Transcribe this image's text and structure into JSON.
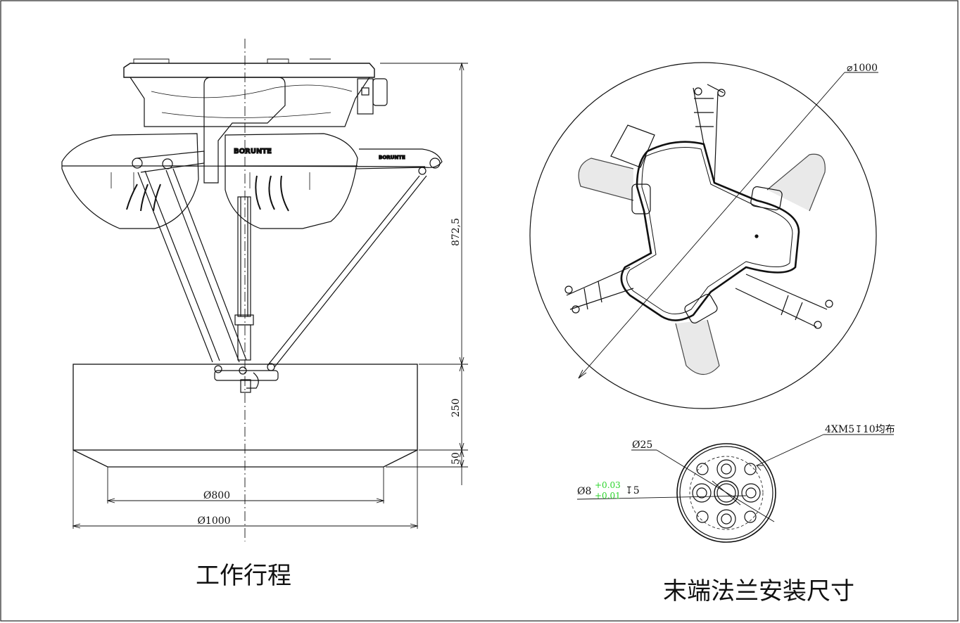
{
  "titles": {
    "left": "工作行程",
    "right": "末端法兰安装尺寸"
  },
  "dimensions": {
    "height_total": "872,5",
    "height_cylinder": "250",
    "height_cone": "50",
    "dia_bottom": "Ø800",
    "dia_top": "Ø1000",
    "dia_circle": "⌀1000",
    "dia_flange": "Ø25",
    "hole_pattern": "4XM5↧10均布",
    "pin_dia": "Ø8",
    "pin_depth": "↧5",
    "tol_upper": "+0.03",
    "tol_lower": "+0.01"
  },
  "brand": "BORUNTE",
  "colors": {
    "line": "#111111",
    "light": "#555555",
    "tolerance": "#2bd42b"
  }
}
